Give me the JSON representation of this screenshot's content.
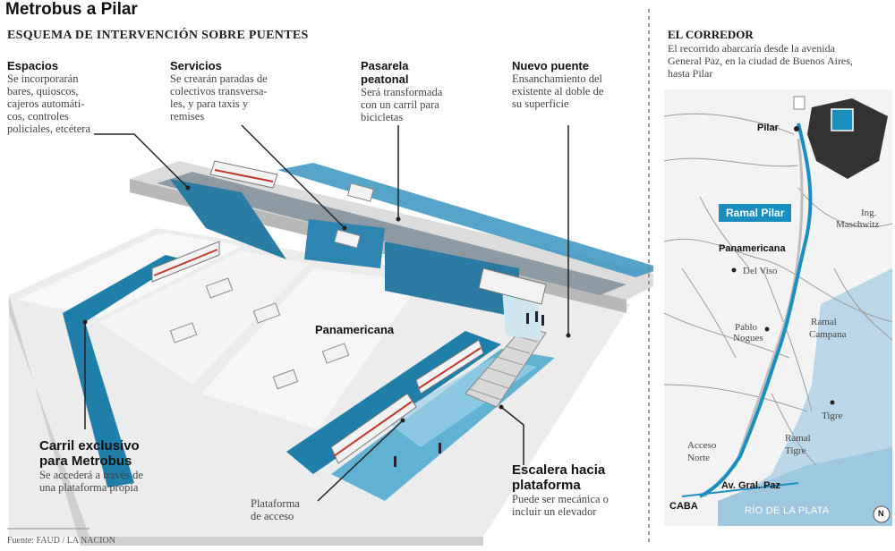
{
  "header": {
    "title": "Metrobus a Pilar",
    "subtitle": "ESQUEMA DE INTERVENCIÓN SOBRE PUENTES"
  },
  "annotations": {
    "espacios": {
      "title": "Espacios",
      "body": [
        "Se incorporarán",
        "bares, quioscos,",
        "cajeros automáti-",
        "cos, controles",
        "policiales, etcétera"
      ]
    },
    "servicios": {
      "title": "Servicios",
      "body": [
        "Se crearán paradas de",
        "colectivos transversa-",
        "les, y para taxis y",
        "remises"
      ]
    },
    "pasarela": {
      "title": [
        "Pasarela",
        "peatonal"
      ],
      "body": [
        "Será transformada",
        "con un carril para",
        "bicicletas"
      ]
    },
    "nuevo_puente": {
      "title": "Nuevo puente",
      "body": [
        "Ensanchamiento del",
        "existente al doble de",
        "su superficie"
      ]
    },
    "carril": {
      "title": [
        "Carril exclusivo",
        "para Metrobus"
      ],
      "body": [
        "Se accederá a través de",
        "una plataforma propia"
      ]
    },
    "plataforma": {
      "body": [
        "Plataforma",
        "de acceso"
      ]
    },
    "escalera": {
      "title": [
        "Escalera hacia",
        "plataforma"
      ],
      "body": [
        "Puede ser mecánica o",
        "incluir un elevador"
      ]
    },
    "panamericana": "Panamericana"
  },
  "source": "Fuente: FAUD / LA NACION",
  "map": {
    "title": "EL CORREDOR",
    "description": [
      "El recorrido abarcaría desde la avenida",
      "General Paz, en la ciudad de Buenos Aires,",
      "hasta Pilar"
    ],
    "ramal_label": "Ramal Pilar",
    "places": {
      "pilar": "Pilar",
      "ing": "Ing.",
      "maschwitz": "Maschwitz",
      "panamericana": "Panamericana",
      "del_viso": "Del Viso",
      "pablo": "Pablo",
      "nogues": "Nogues",
      "ramal_c1": "Ramal",
      "ramal_c2": "Campana",
      "tigre": "Tigre",
      "ramal_t1": "Ramal",
      "ramal_t2": "Tigre",
      "acceso1": "Acceso",
      "acceso2": "Norte",
      "gral_paz": "Av. Gral. Paz",
      "caba": "CABA",
      "rio": "RÍO DE LA PLATA",
      "north": "N"
    },
    "route_color": "#1a8fbf",
    "water_color": "#b9d7e8"
  },
  "colors": {
    "accent": "#1a8fbf",
    "lane": "#1f7fa8"
  }
}
